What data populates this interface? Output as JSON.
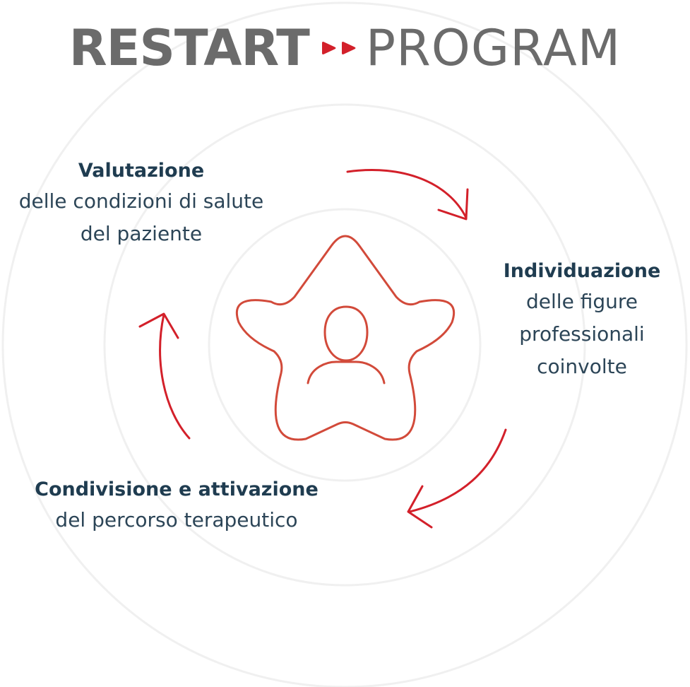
{
  "title": {
    "bold": "RESTART",
    "light": "PROGRAM"
  },
  "steps": [
    {
      "title": "Valutazione",
      "description_lines": [
        "delle condizioni di salute",
        "del paziente"
      ]
    },
    {
      "title": "Individuazione",
      "description_lines": [
        "delle figure",
        "professionali",
        "coinvolte"
      ]
    },
    {
      "title": "Condivisione e attivazione",
      "description_lines": [
        "del percorso terapeutico"
      ]
    }
  ],
  "center_icon": "star-with-person-icon",
  "colors": {
    "title_gray": "#6b6b6b",
    "text_navy": "#1f3c50",
    "accent_red": "#d3202a",
    "icon_red": "#d24a3a",
    "ring_gray": "#f1f1f1"
  }
}
